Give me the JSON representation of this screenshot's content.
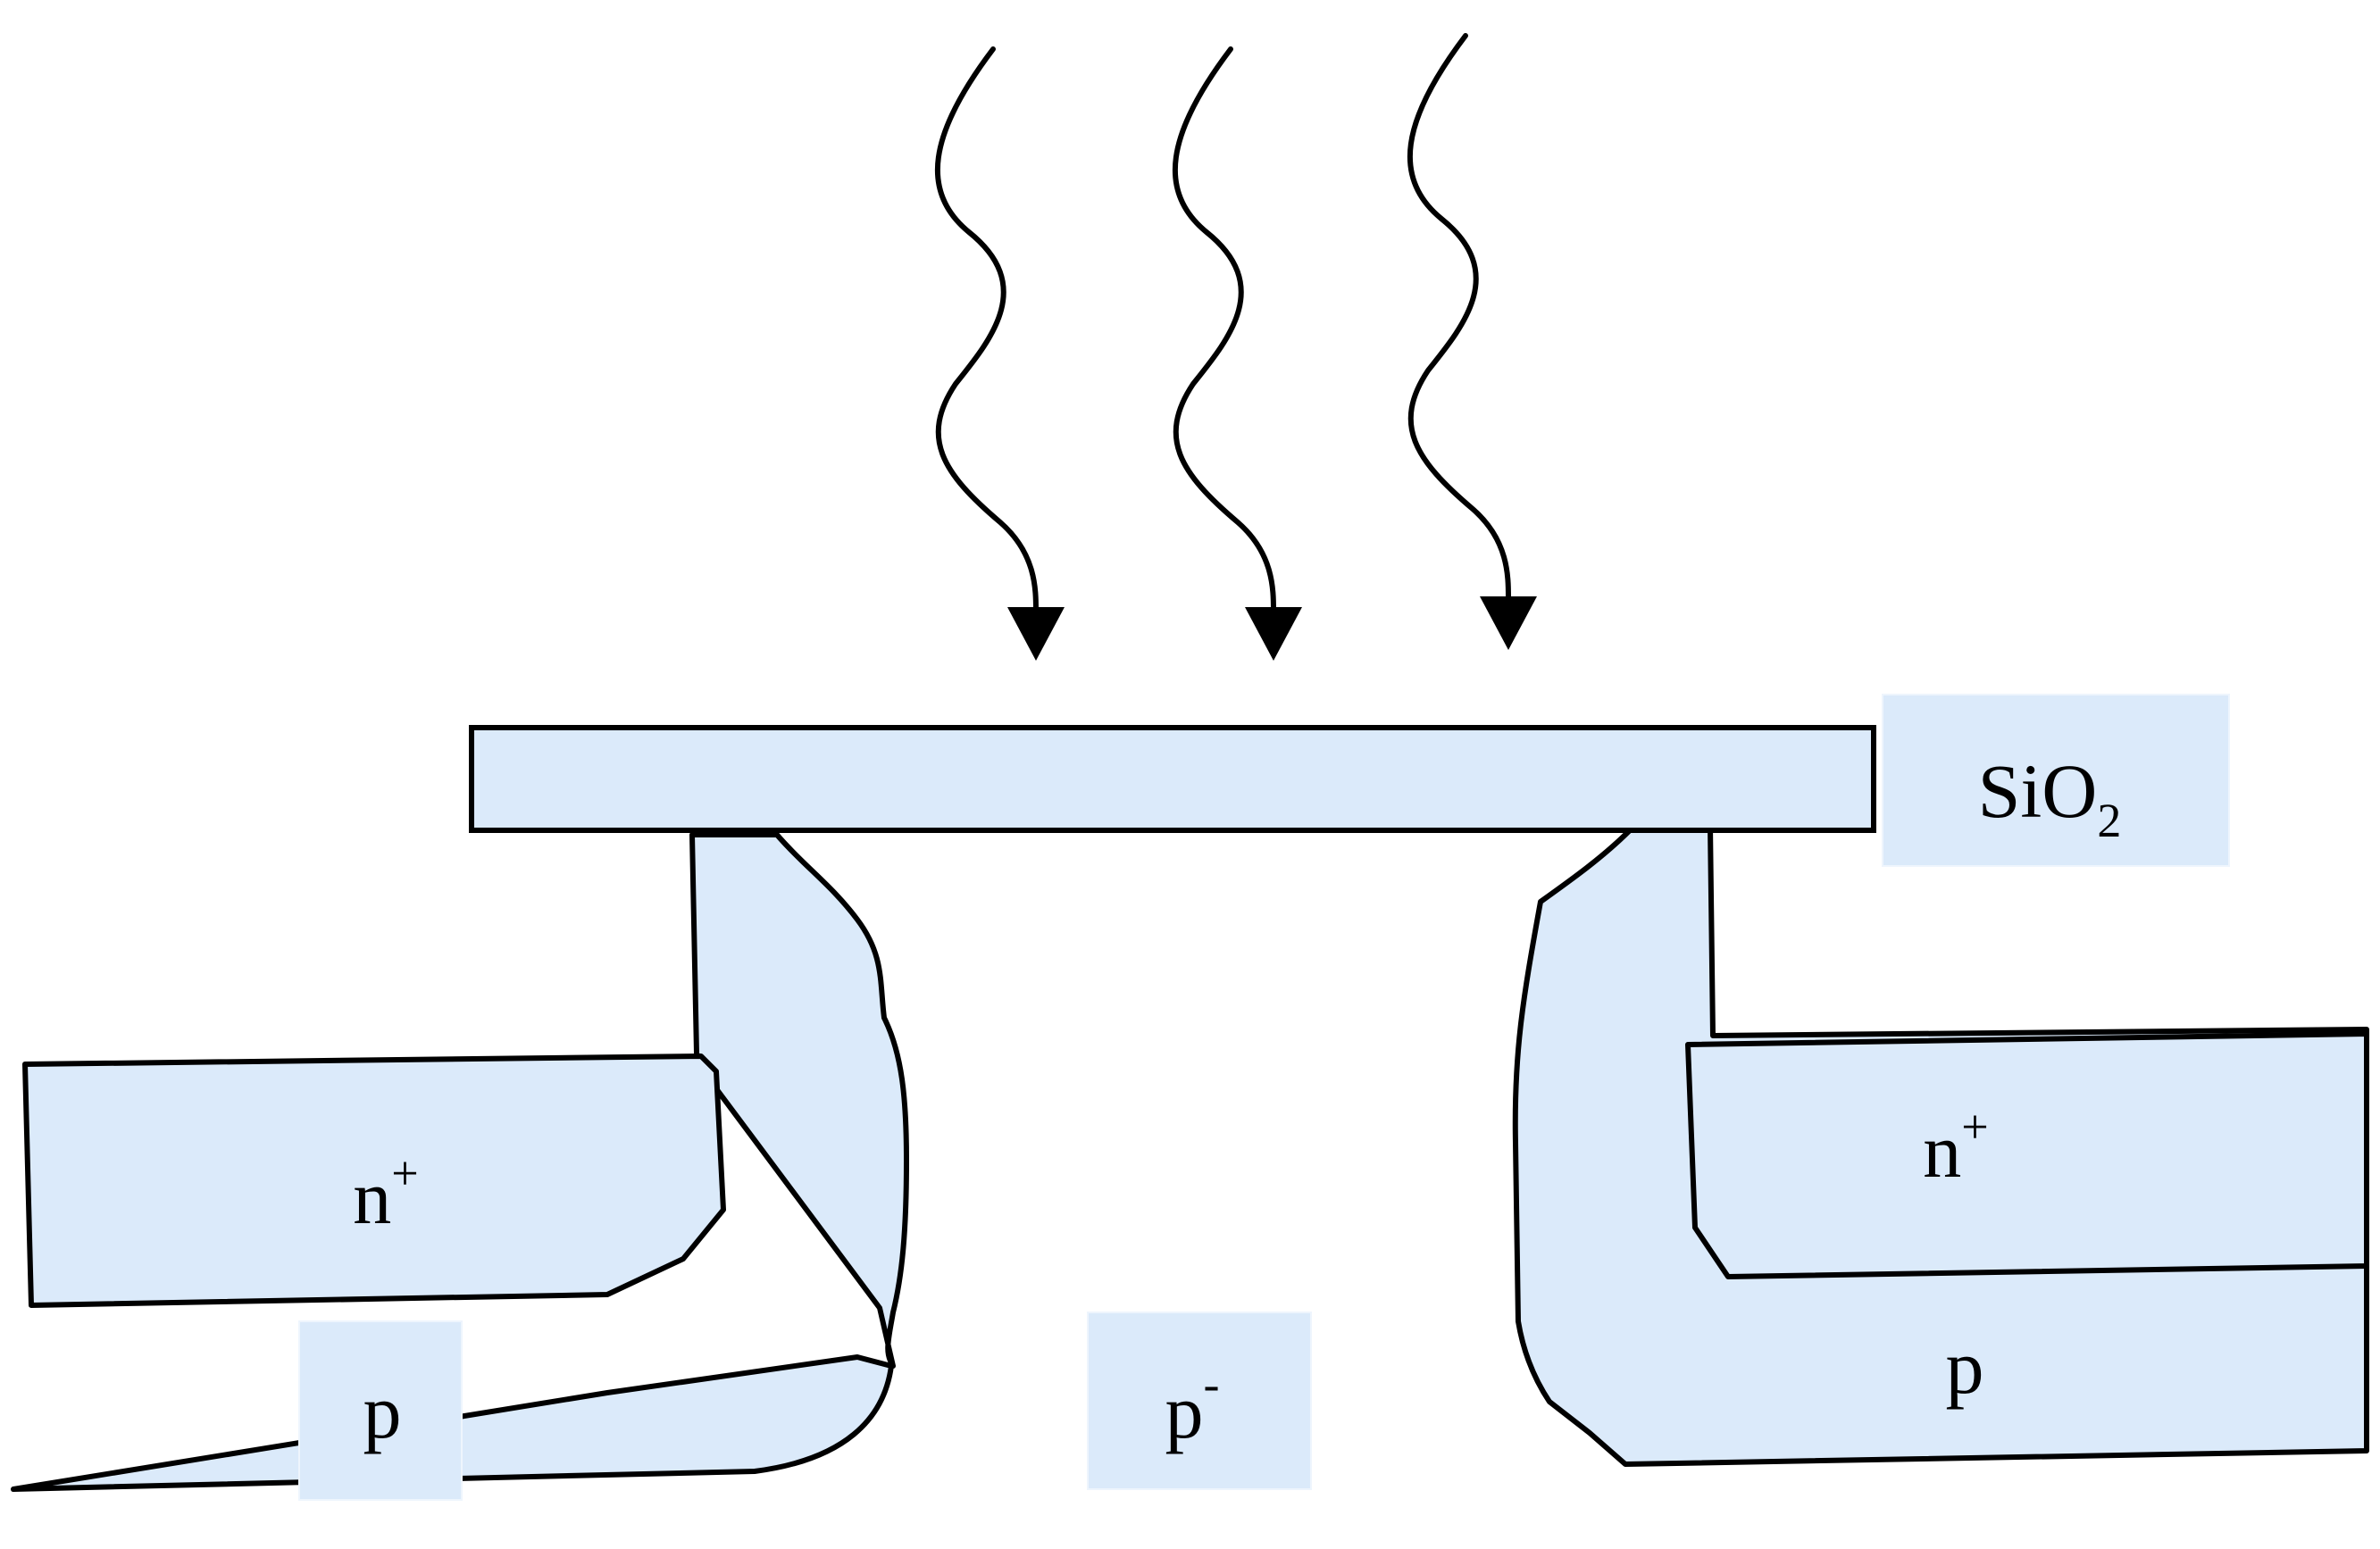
{
  "diagram": {
    "oxide_label": {
      "base": "SiO",
      "subscript": "2"
    },
    "regions": {
      "n_plus_left": {
        "base": "n",
        "superscript": "+"
      },
      "n_plus_right": {
        "base": "n",
        "superscript": "+"
      },
      "p_left": {
        "base": "p"
      },
      "p_right": {
        "base": "p"
      },
      "p_minus": {
        "base": "p",
        "superscript": "-"
      }
    },
    "radiation_arrows": 3,
    "colors": {
      "region_fill": "#dbeafa",
      "outline": "#000000",
      "background": "#ffffff"
    }
  }
}
